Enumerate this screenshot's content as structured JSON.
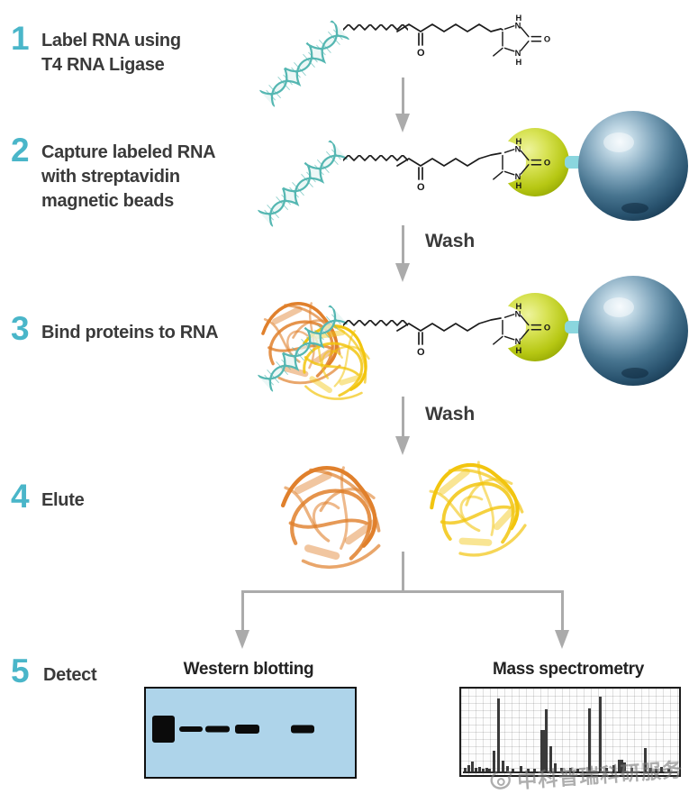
{
  "palette": {
    "step_number": "#4ab6c9",
    "text": "#3a3a3a",
    "arrow": "#ababab",
    "rna": "#55b7b2",
    "rna_light": "#e4f4f2",
    "molecule": "#1c1c1c",
    "connector": "#8ad6de",
    "protein_orange": "#e0802c",
    "protein_yellow": "#f2c50f",
    "blot_bg": "#aed4ea",
    "band": "#0b0b0b",
    "ms_peak": "#3a3a3a",
    "streptavidin": "#bfd02c",
    "bead": "#2a5470",
    "watermark": "#7d7d7d"
  },
  "steps": [
    {
      "number": "1",
      "lines": [
        "Label RNA using",
        "T4 RNA Ligase"
      ]
    },
    {
      "number": "2",
      "lines": [
        "Capture labeled RNA",
        "with streptavidin",
        "magnetic beads"
      ]
    },
    {
      "number": "3",
      "lines": [
        "Bind proteins to RNA"
      ]
    },
    {
      "number": "4",
      "lines": [
        "Elute"
      ]
    },
    {
      "number": "5",
      "lines": [
        "Detect"
      ]
    }
  ],
  "labels": {
    "wash": "Wash"
  },
  "molecule": {
    "carbonyl_o": "O",
    "ring_h_top": "H",
    "ring_n_top": "N",
    "ring_n_bottom": "N",
    "ring_h_bottom": "H",
    "ring_o": "O"
  },
  "panels": {
    "western": {
      "title": "Western blotting",
      "bands": [
        [
          0.03,
          0.107,
          30
        ],
        [
          0.158,
          0.115,
          6
        ],
        [
          0.286,
          0.116,
          7
        ],
        [
          0.427,
          0.116,
          10
        ],
        [
          0.692,
          0.116,
          9
        ]
      ]
    },
    "mass_spec": {
      "title": "Mass spectrometry",
      "peaks": [
        [
          0.012,
          0.06
        ],
        [
          0.028,
          0.1
        ],
        [
          0.046,
          0.14
        ],
        [
          0.062,
          0.06
        ],
        [
          0.078,
          0.08
        ],
        [
          0.094,
          0.05
        ],
        [
          0.11,
          0.07
        ],
        [
          0.125,
          0.05
        ],
        [
          0.143,
          0.27
        ],
        [
          0.166,
          0.9
        ],
        [
          0.188,
          0.15
        ],
        [
          0.208,
          0.09
        ],
        [
          0.232,
          0.05
        ],
        [
          0.268,
          0.09
        ],
        [
          0.3,
          0.05
        ],
        [
          0.33,
          0.05
        ],
        [
          0.362,
          0.52,
          6
        ],
        [
          0.384,
          0.77
        ],
        [
          0.404,
          0.33
        ],
        [
          0.424,
          0.12
        ],
        [
          0.455,
          0.06
        ],
        [
          0.495,
          0.07
        ],
        [
          0.528,
          0.05
        ],
        [
          0.582,
          0.78
        ],
        [
          0.632,
          0.92
        ],
        [
          0.66,
          0.06
        ],
        [
          0.695,
          0.1
        ],
        [
          0.718,
          0.16,
          6
        ],
        [
          0.742,
          0.13
        ],
        [
          0.775,
          0.06
        ],
        [
          0.838,
          0.3
        ],
        [
          0.862,
          0.06
        ],
        [
          0.888,
          0.05
        ],
        [
          0.915,
          0.08
        ],
        [
          0.945,
          0.05
        ]
      ]
    }
  },
  "watermark": {
    "text": "中科普瑞科研服务",
    "icon": "weibo-logo-icon"
  }
}
